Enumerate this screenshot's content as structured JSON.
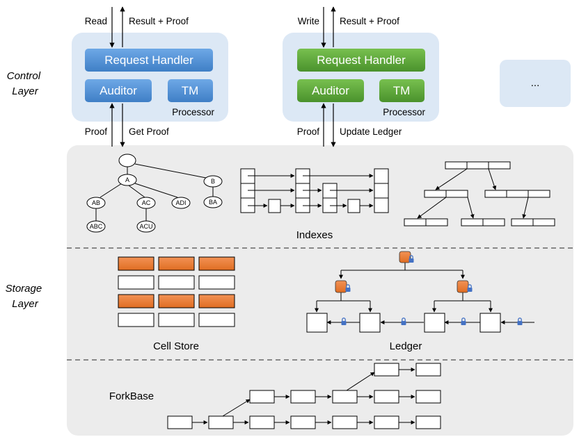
{
  "layers": {
    "control": [
      "Control",
      "Layer"
    ],
    "storage": [
      "Storage",
      "Layer"
    ]
  },
  "processor_left": {
    "in_label": "Read",
    "out_label": "Result + Proof",
    "request_handler": "Request Handler",
    "auditor": "Auditor",
    "tm": "TM",
    "caption": "Processor",
    "proof_label": "Proof",
    "bottom_label": "Get Proof"
  },
  "processor_right": {
    "in_label": "Write",
    "out_label": "Result + Proof",
    "request_handler": "Request Handler",
    "auditor": "Auditor",
    "tm": "TM",
    "caption": "Processor",
    "proof_label": "Proof",
    "bottom_label": "Update Ledger"
  },
  "more_processors": "...",
  "tree_nodes": {
    "a": "A",
    "b": "B",
    "ab": "AB",
    "ac": "AC",
    "adi": "ADI",
    "ba": "BA",
    "abc": "ABC",
    "acu": "ACU"
  },
  "sections": {
    "indexes": "Indexes",
    "cell_store": "Cell Store",
    "ledger": "Ledger",
    "forkbase": "ForkBase"
  },
  "colors": {
    "panel_blue": "#dce8f5",
    "blue_box": "#4f90d6",
    "green_box": "#5aa637",
    "storage_bg": "#ececec",
    "orange": "#ed7d31",
    "lock": "#4472c4"
  },
  "cell_store_rows": [
    "orange",
    "white",
    "orange",
    "white"
  ]
}
